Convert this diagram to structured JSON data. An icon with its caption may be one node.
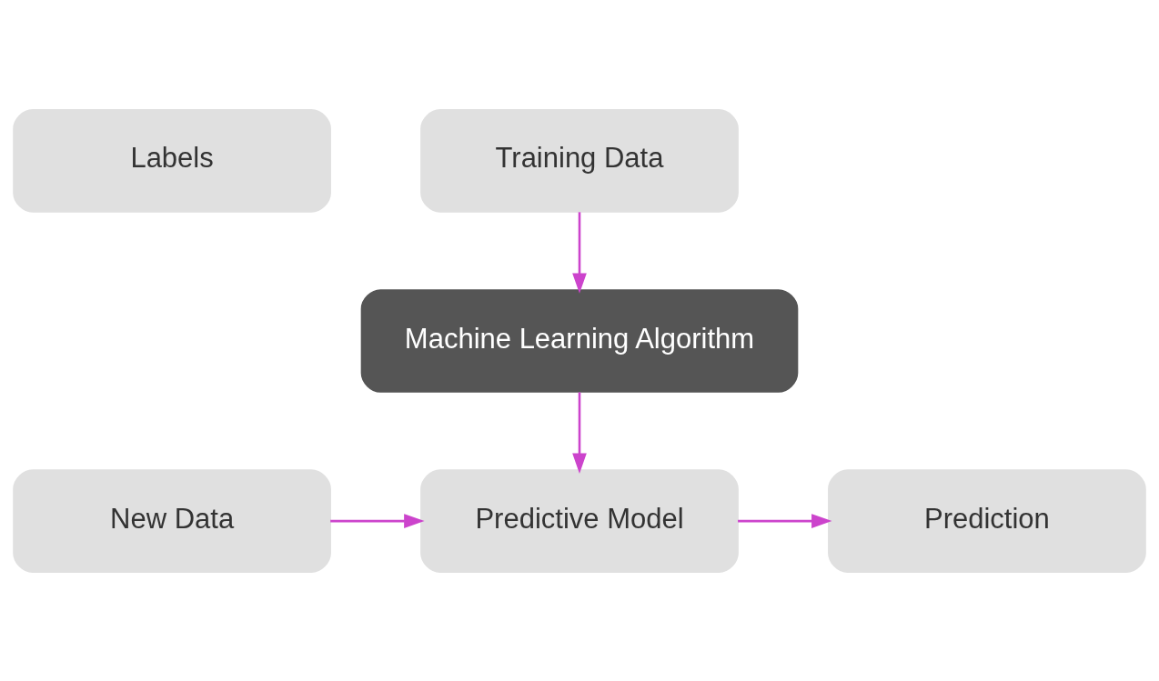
{
  "diagram": {
    "nodes": [
      {
        "text": [
          "Labels"
        ]
      },
      {
        "text": [
          "Training Data"
        ]
      },
      {
        "text": [
          "Machine Learning Algorithm"
        ]
      },
      {
        "text": [
          "New Data"
        ]
      },
      {
        "text": [
          "Predictive Model"
        ]
      },
      {
        "text": [
          "Prediction"
        ]
      }
    ],
    "edges": [
      {
        "from": 1,
        "to": 2,
        "arrow": "to"
      },
      {
        "from": 2,
        "to": 4,
        "arrow": "to"
      },
      {
        "from": 3,
        "to": 4,
        "arrow": "to"
      },
      {
        "from": 4,
        "to": 5,
        "arrow": "to"
      }
    ]
  }
}
